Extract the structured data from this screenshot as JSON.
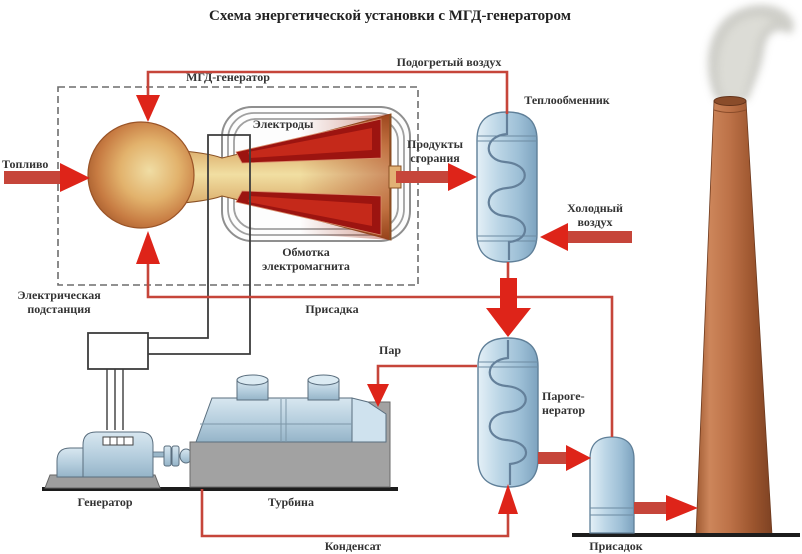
{
  "title": "Схема энергетической установки с МГД-генератором",
  "labels": {
    "mhd_generator": "МГД-генератор",
    "electrodes": "Электроды",
    "magnet_winding": "Обмотка\nэлектромагнита",
    "fuel": "Топливо",
    "substation": "Электрическая\nподстанция",
    "preheated_air": "Подогретый воздух",
    "heat_exchanger": "Теплообменник",
    "combustion_products": "Продукты\nсгорания",
    "cold_air": "Холодный\nвоздух",
    "additive_feed": "Присадка",
    "steam": "Пар",
    "steam_generator": "Пароге-\nнератор",
    "generator": "Генератор",
    "turbine": "Турбина",
    "condensate": "Конденсат",
    "additive_collector": "Присадок"
  },
  "colors": {
    "pipe_red": "#c6453a",
    "arrow_red": "#de2419",
    "electrode_dark_red": "#9c1410",
    "flame_core": "#f1dfa2",
    "vessel_blue": "#b9cfdf",
    "machine_blue": "#bcd3e2",
    "chimney_copper": "#bc7147",
    "base_gray": "#a2a2a2",
    "wire_black": "#3c3c3c",
    "dashed_box_gray": "#6d6d6d"
  }
}
